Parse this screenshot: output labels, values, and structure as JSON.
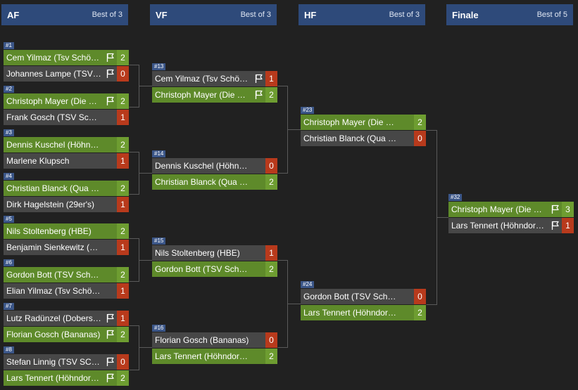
{
  "rounds": [
    {
      "title": "AF",
      "format": "Best of 3"
    },
    {
      "title": "VF",
      "format": "Best of 3"
    },
    {
      "title": "HF",
      "format": "Best of 3"
    },
    {
      "title": "Finale",
      "format": "Best of 5"
    }
  ],
  "matches": [
    {
      "label": "#1",
      "players": [
        {
          "name": "Cem Yilmaz (Tsv Schönbach)",
          "score": "2",
          "win": true,
          "flag": true
        },
        {
          "name": "Johannes Lampe (TSV Schönbach)",
          "score": "0",
          "win": false,
          "flag": true
        }
      ]
    },
    {
      "label": "#2",
      "players": [
        {
          "name": "Christoph Mayer (Die Sachsen)",
          "score": "2",
          "win": true,
          "flag": true
        },
        {
          "name": "Frank Gosch (TSV Schönbach)",
          "score": "1",
          "win": false,
          "flag": false
        }
      ]
    },
    {
      "label": "#3",
      "players": [
        {
          "name": "Dennis Kuschel (Höhndorfer Dartfreunde)",
          "score": "2",
          "win": true,
          "flag": false
        },
        {
          "name": "Marlene Klupsch",
          "score": "1",
          "win": false,
          "flag": false
        }
      ]
    },
    {
      "label": "#4",
      "players": [
        {
          "name": "Christian Blanck (Qua Letzte)",
          "score": "2",
          "win": true,
          "flag": false
        },
        {
          "name": "Dirk Hagelstein (29er's)",
          "score": "1",
          "win": false,
          "flag": false
        }
      ]
    },
    {
      "label": "#5",
      "players": [
        {
          "name": "Nils Stoltenberg (HBE)",
          "score": "2",
          "win": true,
          "flag": false
        },
        {
          "name": "Benjamin Sienkewitz (SC Höhndorf)",
          "score": "1",
          "win": false,
          "flag": false
        }
      ]
    },
    {
      "label": "#6",
      "players": [
        {
          "name": "Gordon Bott (TSV Schönbach)",
          "score": "2",
          "win": true,
          "flag": false
        },
        {
          "name": "Elian Yilmaz (Tsv Schönbach)",
          "score": "1",
          "win": false,
          "flag": false
        }
      ]
    },
    {
      "label": "#7",
      "players": [
        {
          "name": "Lutz Radünzel (Doberschütz)",
          "score": "1",
          "win": false,
          "flag": true
        },
        {
          "name": "Florian Gosch (Bananas)",
          "score": "2",
          "win": true,
          "flag": true
        }
      ]
    },
    {
      "label": "#8",
      "players": [
        {
          "name": "Stefan Linnig (TSV SC Höhndorf)",
          "score": "0",
          "win": false,
          "flag": true
        },
        {
          "name": "Lars Tennert (Höhndorfer Dartfreunde)",
          "score": "2",
          "win": true,
          "flag": true
        }
      ]
    },
    {
      "label": "#13",
      "players": [
        {
          "name": "Cem Yilmaz (Tsv Schönbach)",
          "score": "1",
          "win": false,
          "flag": true
        },
        {
          "name": "Christoph Mayer (Die Sachsen)",
          "score": "2",
          "win": true,
          "flag": true
        }
      ]
    },
    {
      "label": "#14",
      "players": [
        {
          "name": "Dennis Kuschel (Höhndorfer Dartfreunde)",
          "score": "0",
          "win": false,
          "flag": false
        },
        {
          "name": "Christian Blanck (Qua Letzte)",
          "score": "2",
          "win": true,
          "flag": false
        }
      ]
    },
    {
      "label": "#15",
      "players": [
        {
          "name": "Nils Stoltenberg (HBE)",
          "score": "1",
          "win": false,
          "flag": false
        },
        {
          "name": "Gordon Bott (TSV Schönbach)",
          "score": "2",
          "win": true,
          "flag": false
        }
      ]
    },
    {
      "label": "#16",
      "players": [
        {
          "name": "Florian Gosch (Bananas)",
          "score": "0",
          "win": false,
          "flag": false
        },
        {
          "name": "Lars Tennert (Höhndorfer Dartfreunde)",
          "score": "2",
          "win": true,
          "flag": false
        }
      ]
    },
    {
      "label": "#23",
      "players": [
        {
          "name": "Christoph Mayer (Die Sachsen)",
          "score": "2",
          "win": true,
          "flag": false
        },
        {
          "name": "Christian Blanck (Qua Letzte)",
          "score": "0",
          "win": false,
          "flag": false
        }
      ]
    },
    {
      "label": "#24",
      "players": [
        {
          "name": "Gordon Bott (TSV Schönbach)",
          "score": "0",
          "win": false,
          "flag": false
        },
        {
          "name": "Lars Tennert (Höhndorfer Dartfreunde)",
          "score": "2",
          "win": true,
          "flag": false
        }
      ]
    },
    {
      "label": "#32",
      "players": [
        {
          "name": "Christoph Mayer (Die Sachsen)",
          "score": "3",
          "win": true,
          "flag": true
        },
        {
          "name": "Lars Tennert (Höhndorfer Dartfreunde)",
          "score": "1",
          "win": false,
          "flag": true
        }
      ]
    }
  ]
}
